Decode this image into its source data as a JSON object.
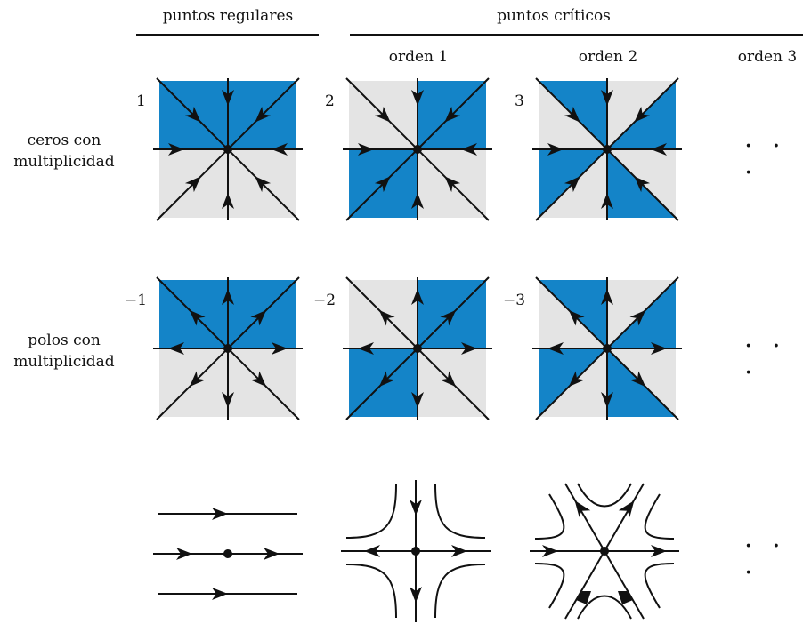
{
  "headers": {
    "regular": "puntos regulares",
    "critical": "puntos críticos",
    "order1": "orden 1",
    "order2": "orden 2",
    "order3": "orden 3"
  },
  "rows": {
    "zeros": {
      "line1": "ceros con",
      "line2": "multiplicidad"
    },
    "poles": {
      "line1": "polos con",
      "line2": "multiplicidad"
    }
  },
  "multiplicities": {
    "zero_regular": "1",
    "zero_order1": "2",
    "zero_order2": "3",
    "pole_regular": "−1",
    "pole_order1": "−2",
    "pole_order2": "−3"
  },
  "ellipsis": "· · ·",
  "colors": {
    "blue": "#1484c8",
    "gray": "#e4e4e4",
    "line": "#111111"
  }
}
